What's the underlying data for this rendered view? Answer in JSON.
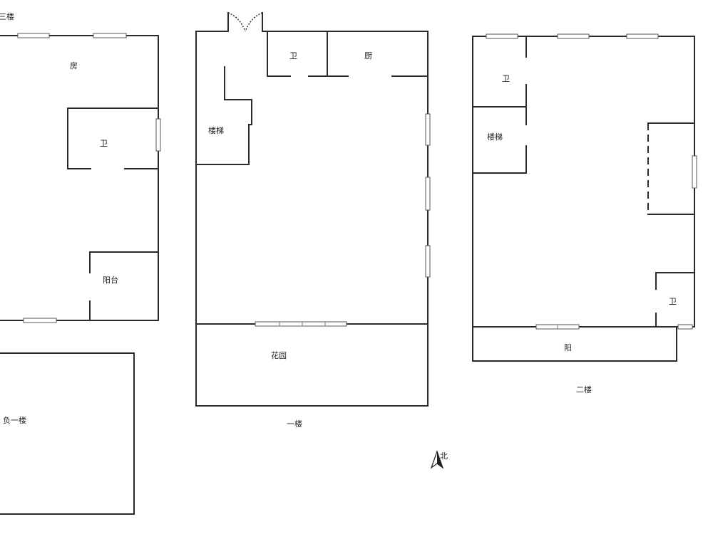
{
  "floors": {
    "third": {
      "title": "三楼",
      "rooms": {
        "bedroom": "房",
        "bathroom": "卫",
        "balcony": "阳台"
      }
    },
    "first": {
      "title": "一楼",
      "rooms": {
        "bathroom": "卫",
        "kitchen": "厨",
        "stairs": "楼梯",
        "garden": "花园"
      }
    },
    "second": {
      "title": "二楼",
      "rooms": {
        "bathroom_top": "卫",
        "stairs": "楼梯",
        "bathroom_right": "卫",
        "balcony": "阳"
      }
    },
    "basement": {
      "title": "负一楼"
    }
  },
  "compass": {
    "north_label": "北"
  }
}
